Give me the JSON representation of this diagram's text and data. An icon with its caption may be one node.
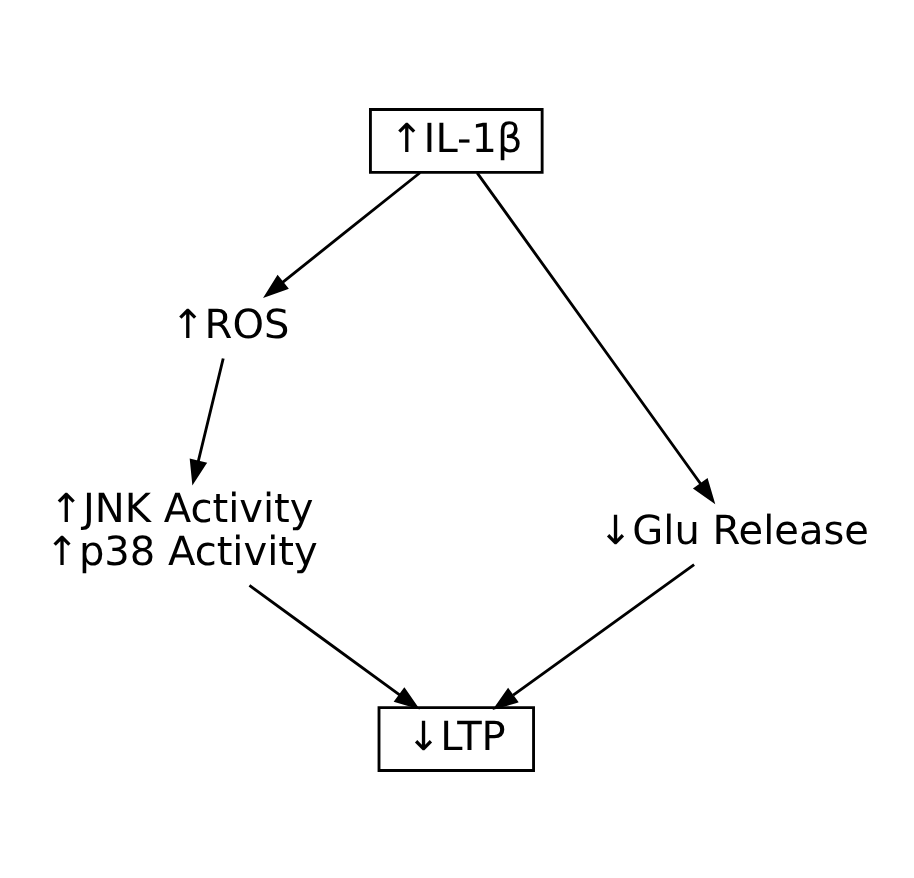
{
  "diagram": {
    "nodes": [
      {
        "text": [
          "↑IL-1β"
        ]
      },
      {
        "text": [
          "↑ROS"
        ]
      },
      {
        "text": [
          "↓Glu Release"
        ]
      },
      {
        "text": [
          "↑JNK Activity",
          "↑p38 Activity"
        ]
      },
      {
        "text": [
          "↓LTP"
        ]
      }
    ],
    "edges": [
      {
        "from": 0,
        "to": 2,
        "arrow": "to"
      },
      {
        "from": 0,
        "to": 1,
        "arrow": "to"
      },
      {
        "from": 1,
        "to": 3,
        "arrow": "to"
      },
      {
        "from": 2,
        "to": 4,
        "arrow": "to"
      },
      {
        "from": 3,
        "to": 4,
        "arrow": "to"
      }
    ]
  }
}
